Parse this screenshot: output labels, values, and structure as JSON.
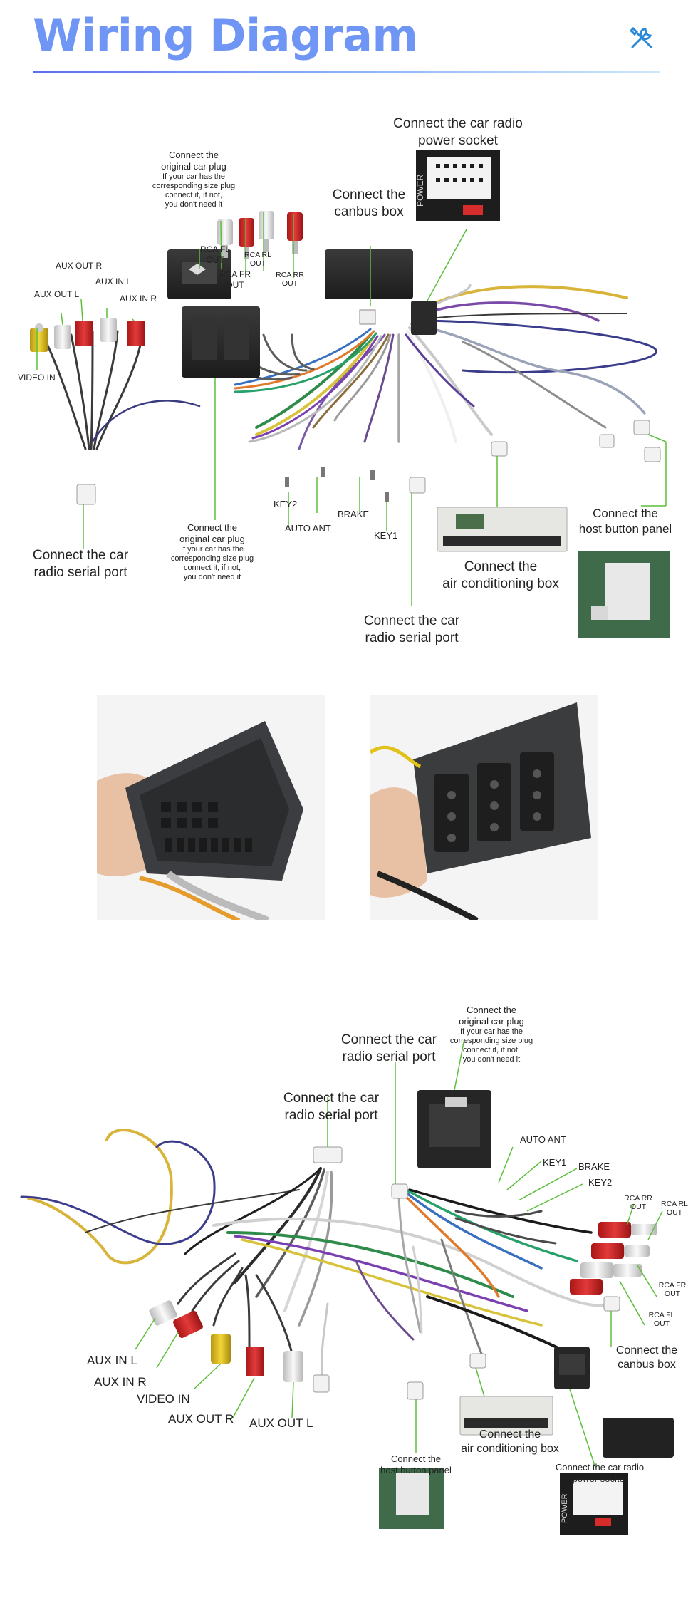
{
  "header": {
    "title": "Wiring Diagram",
    "icon": "tools-icon",
    "accent": "#6f96f5"
  },
  "top": {
    "car_radio_power_socket": [
      "Connect the car radio",
      "power socket"
    ],
    "canbus_box": [
      "Connect the",
      "canbus box"
    ],
    "original_plug_title": [
      "Connect the",
      "original car plug"
    ],
    "original_plug_note": [
      "If your car has the",
      "corresponding size plug",
      "connect it, if not,",
      "you don't need it"
    ],
    "rca_fl_out": [
      "RCA FL",
      "OUT"
    ],
    "rca_fr_out": [
      "RCA FR",
      "OUT"
    ],
    "rca_rl_out": [
      "RCA RL",
      "OUT"
    ],
    "rca_rr_out": [
      "RCA RR",
      "OUT"
    ],
    "aux_out_r": "AUX OUT R",
    "aux_in_l": "AUX IN L",
    "aux_out_l": "AUX OUT L",
    "aux_in_r": "AUX IN R",
    "video_in": "VIDEO IN",
    "serial_port_left": [
      "Connect the car",
      "radio  serial port"
    ],
    "key2": "KEY2",
    "auto_ant": "AUTO ANT",
    "brake": "BRAKE",
    "key1": "KEY1",
    "serial_port_center": [
      "Connect the car",
      "radio  serial port"
    ],
    "air_conditioning": [
      "Connect the",
      "air conditioning box"
    ],
    "host_button_panel": [
      "Connect the",
      "host button panel"
    ]
  },
  "bottom": {
    "original_plug_title": [
      "Connect the",
      "original car plug"
    ],
    "original_plug_note": [
      "If your car has the",
      "corresponding size plug",
      "connect it, if not,",
      "you don't need it"
    ],
    "serial_port_1": [
      "Connect the car",
      "radio  serial port"
    ],
    "serial_port_2": [
      "Connect the car",
      "radio  serial port"
    ],
    "auto_ant": "AUTO ANT",
    "key1": "KEY1",
    "brake": "BRAKE",
    "key2": "KEY2",
    "rca_rr_out": [
      "RCA RR",
      "OUT"
    ],
    "rca_rl_out": [
      "RCA RL",
      "OUT"
    ],
    "rca_fr_out": [
      "RCA FR",
      "OUT"
    ],
    "rca_fl_out": [
      "RCA FL",
      "OUT"
    ],
    "canbus_box": [
      "Connect the",
      "canbus box"
    ],
    "aux_in_l": "AUX IN L",
    "aux_in_r": "AUX IN R",
    "video_in": "VIDEO IN",
    "aux_out_r": "AUX OUT R",
    "aux_out_l": "AUX OUT L",
    "host_button_panel": [
      "Connect the",
      "host button panel"
    ],
    "air_conditioning": [
      "Connect the",
      "air conditioning box"
    ],
    "car_radio_power_socket": [
      "Connect the car radio",
      "power socket"
    ]
  },
  "colors": {
    "pointer_line": "#5bbf3a",
    "rca_red": "#d32b2b",
    "rca_white": "#e9e9e9",
    "rca_yellow": "#e0c21b",
    "connector_black": "#2b2b2b"
  }
}
